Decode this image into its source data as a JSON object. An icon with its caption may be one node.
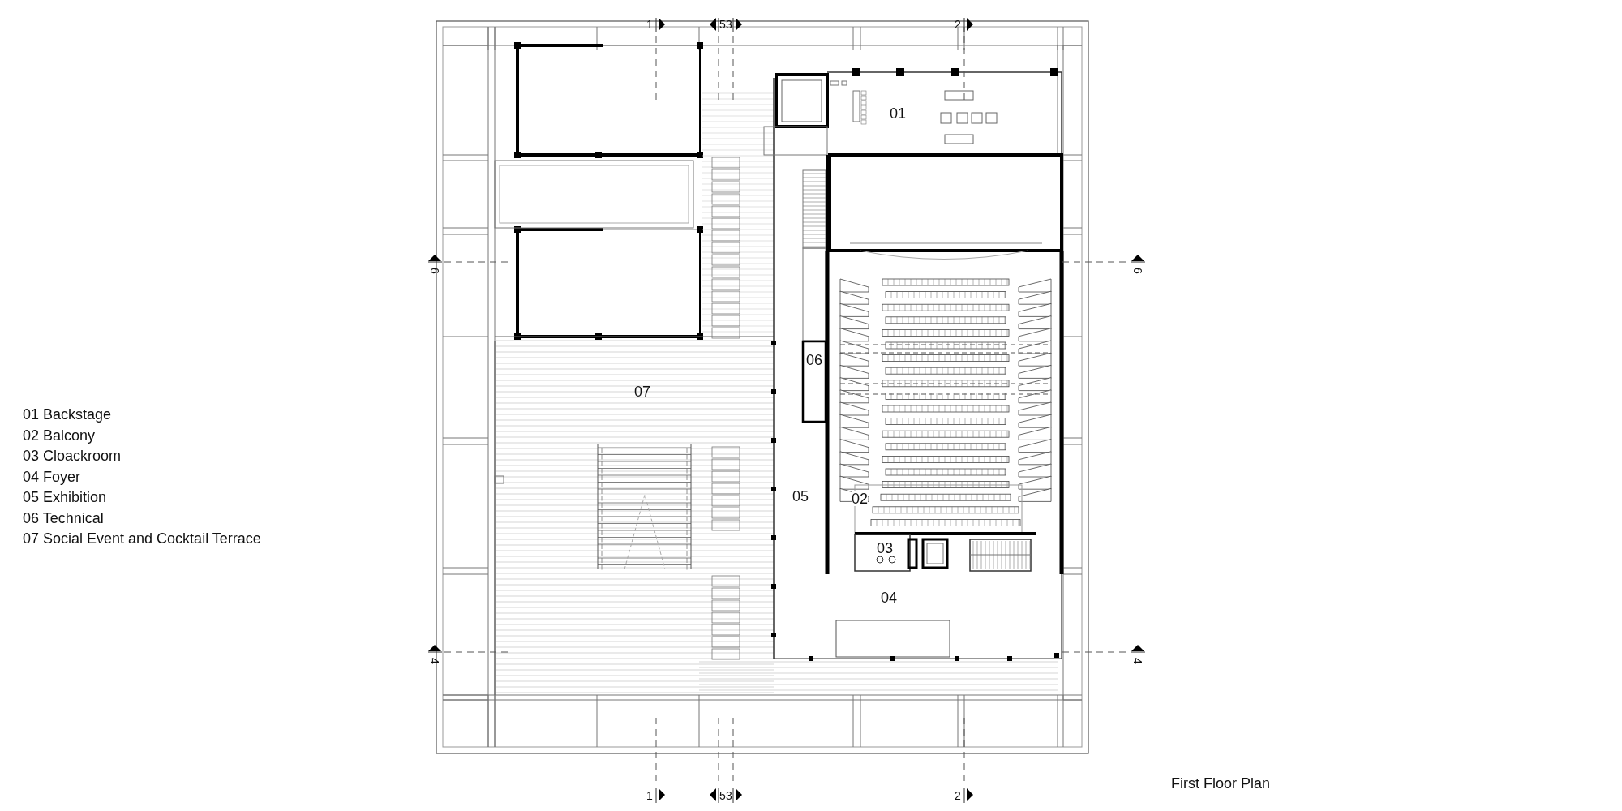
{
  "diagram": {
    "title": "First Floor Plan",
    "labels": [
      "1",
      "5",
      "3",
      "2",
      "01",
      "6",
      "6",
      "06",
      "07",
      "01 Backstage",
      "02 Balcony",
      "03 Cloackroom",
      "04 Foyer",
      "05 Exhibition",
      "06 Technical",
      "07 Social Event and Cocktail Terrace",
      "05",
      "02",
      "03",
      "04",
      "4",
      "4",
      "1",
      "5",
      "3",
      "2"
    ]
  }
}
